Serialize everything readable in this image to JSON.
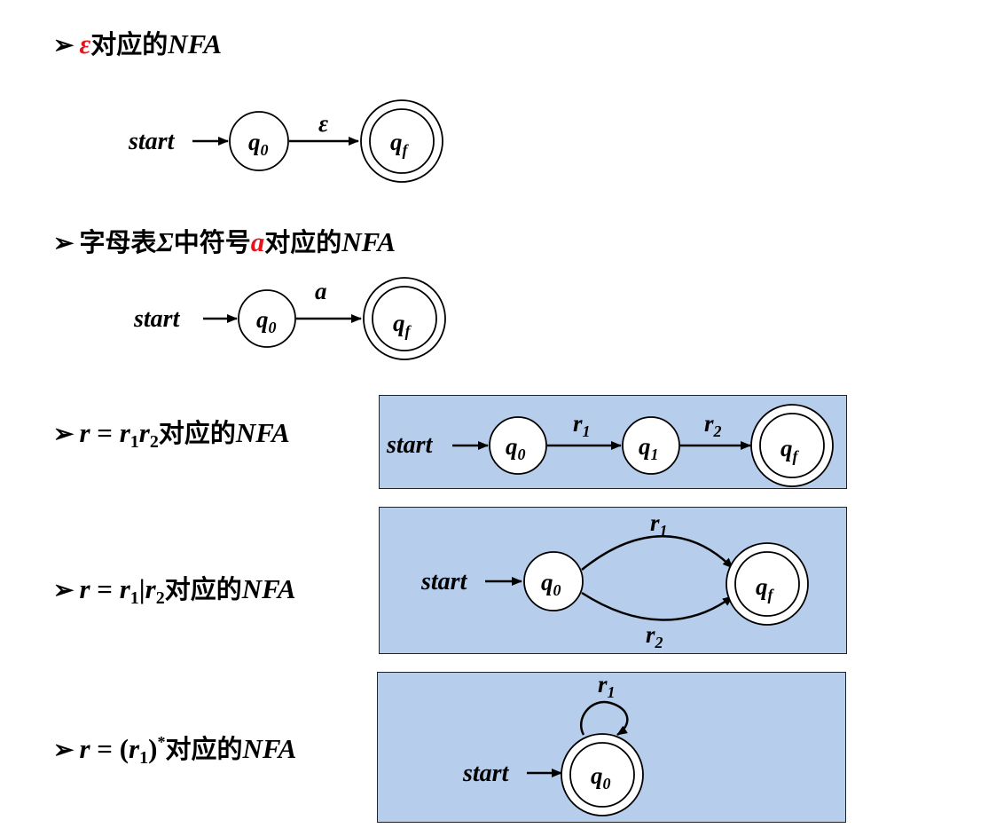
{
  "sections": [
    {
      "heading": {
        "arrow": "➢",
        "symbol": "ε",
        "cjk": "对应的",
        "nfa": "NFA"
      },
      "diagram": {
        "start": "start",
        "q0": "q",
        "q0_sub": "0",
        "edge": "ε",
        "qf": "q",
        "qf_sub": "f"
      }
    },
    {
      "heading": {
        "arrow": "➢",
        "cjk1": "字母表",
        "sigma": "Σ",
        "cjk2": "中符号",
        "symbol": "a",
        "cjk3": "对应的",
        "nfa": "NFA"
      },
      "diagram": {
        "start": "start",
        "q0": "q",
        "q0_sub": "0",
        "edge": "a",
        "qf": "q",
        "qf_sub": "f"
      }
    },
    {
      "heading": {
        "arrow": "➢",
        "lhs": "r",
        "eq": " = ",
        "r": "r",
        "s1": "1",
        "r2": "r",
        "s2": "2",
        "cjk": "对应的",
        "nfa": "NFA"
      },
      "diagram": {
        "start": "start",
        "q0": "q",
        "q0_sub": "0",
        "e1": "r",
        "e1_sub": "1",
        "q1": "q",
        "q1_sub": "1",
        "e2": "r",
        "e2_sub": "2",
        "qf": "q",
        "qf_sub": "f"
      }
    },
    {
      "heading": {
        "arrow": "➢",
        "lhs": "r",
        "eq": " = ",
        "r": "r",
        "s1": "1",
        "bar": "|",
        "r2": "r",
        "s2": "2",
        "cjk": "对应的",
        "nfa": "NFA"
      },
      "diagram": {
        "start": "start",
        "q0": "q",
        "q0_sub": "0",
        "e1": "r",
        "e1_sub": "1",
        "e2": "r",
        "e2_sub": "2",
        "qf": "q",
        "qf_sub": "f"
      }
    },
    {
      "heading": {
        "arrow": "➢",
        "lhs": "r",
        "eq": " = ",
        "lp": "(",
        "r": "r",
        "s1": "1",
        "rp": ")",
        "star": "*",
        "cjk": "对应的",
        "nfa": "NFA"
      },
      "diagram": {
        "start": "start",
        "q0": "q",
        "q0_sub": "0",
        "loop": "r",
        "loop_sub": "1"
      }
    }
  ],
  "colors": {
    "box_fill": "#b6cdec",
    "accent_red": "#e8141b"
  }
}
